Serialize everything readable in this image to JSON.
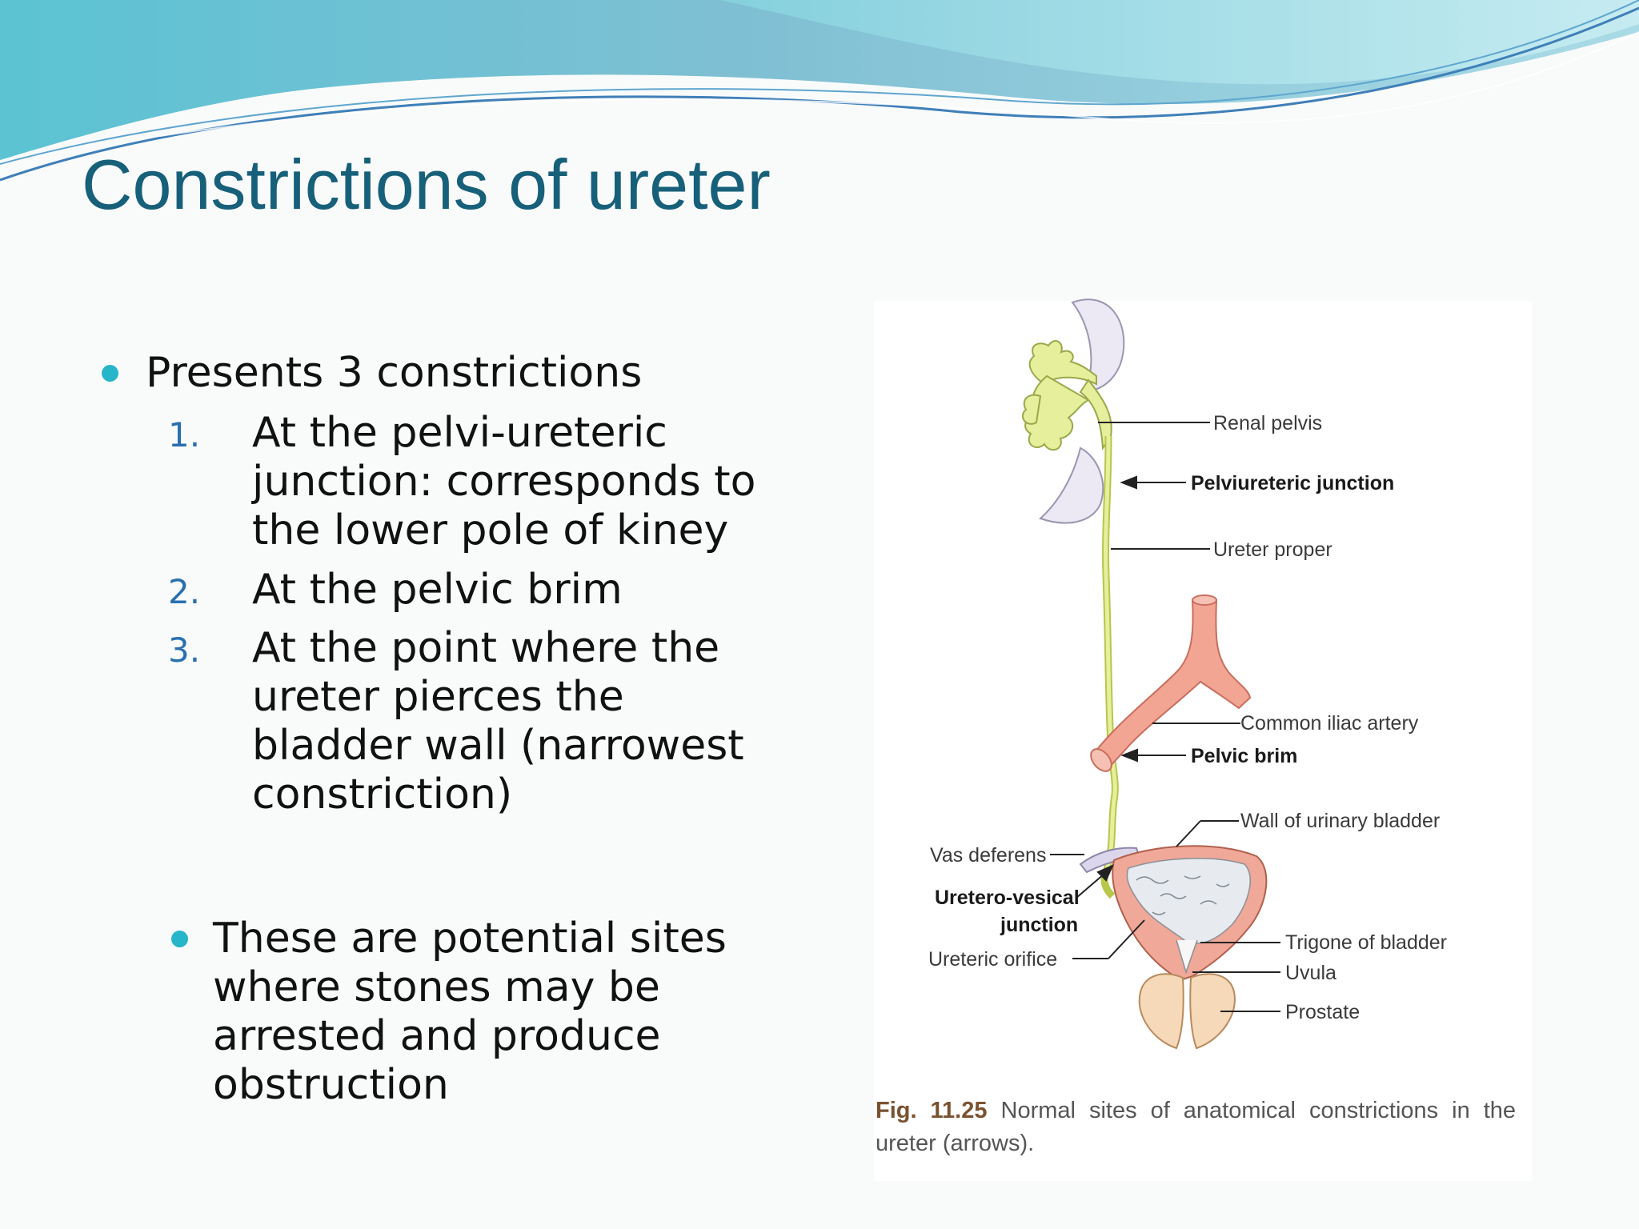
{
  "slide": {
    "title": "Constrictions of ureter",
    "accent_color": "#17607a",
    "bullet_color": "#26b5c9"
  },
  "content": {
    "bullet_1": "Presents 3 constrictions",
    "items": [
      {
        "number": "1.",
        "lines": [
          "At the pelvi-ureteric",
          "junction: corresponds to",
          "the lower pole of kiney"
        ]
      },
      {
        "number": "2.",
        "lines": [
          "At the pelvic brim"
        ]
      },
      {
        "number": "3.",
        "lines": [
          "At the point where the",
          "ureter  pierces the",
          "bladder wall (narrowest",
          "constriction)"
        ]
      }
    ],
    "bullet_2_lines": [
      "These are potential sites",
      "where stones may be",
      "arrested and produce",
      "obstruction"
    ]
  },
  "figure": {
    "labels": {
      "renal_pelvis": "Renal pelvis",
      "pelviureteric_junction": "Pelviureteric junction",
      "ureter_proper": "Ureter proper",
      "common_iliac_artery": "Common iliac artery",
      "pelvic_brim": "Pelvic brim",
      "wall_of_urinary_bladder": "Wall of urinary bladder",
      "vas_deferens": "Vas deferens",
      "uretero_vesical_1": "Uretero-vesical",
      "uretero_vesical_2": "junction",
      "ureteric_orifice": "Ureteric orifice",
      "trigone_of_bladder": "Trigone of bladder",
      "uvula": "Uvula",
      "prostate": "Prostate"
    },
    "caption_number": "Fig. 11.25",
    "caption_text": "Normal sites of anatomical constrictions in the ureter (arrows)."
  }
}
